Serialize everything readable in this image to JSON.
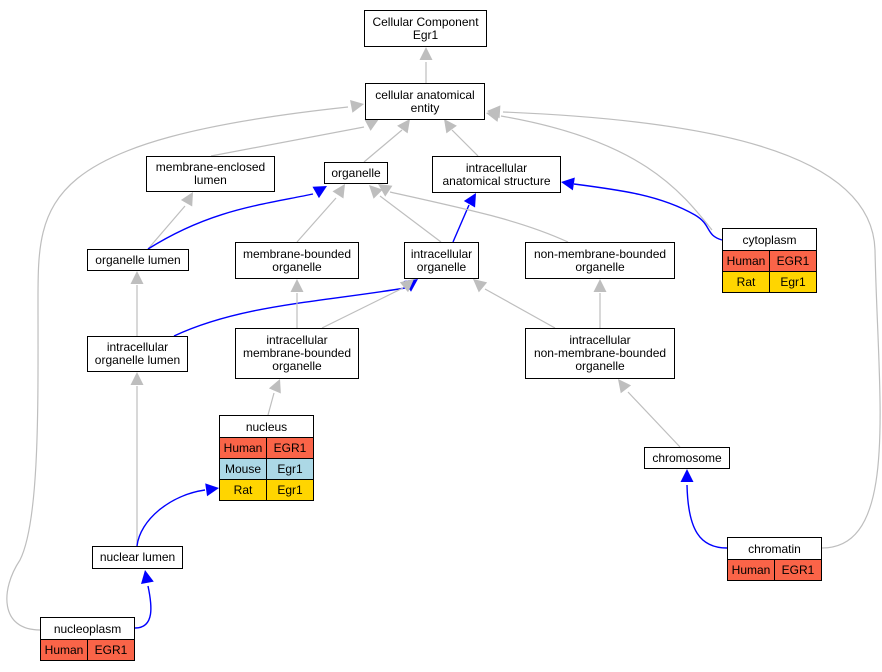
{
  "colors": {
    "Human": "#fa6448",
    "Mouse": "#acd8e6",
    "Rat": "#ffd500",
    "edge_is_a": "#bebebe",
    "edge_part_of": "#0000ff"
  },
  "nodes": {
    "root": {
      "label": "Cellular Component\nEgr1"
    },
    "cae": {
      "label": "cellular anatomical\nentity"
    },
    "mel": {
      "label": "membrane-enclosed\nlumen"
    },
    "organelle": {
      "label": "organelle"
    },
    "ias": {
      "label": "intracellular\nanatomical structure"
    },
    "orglumen": {
      "label": "organelle lumen"
    },
    "mbo": {
      "label": "membrane-bounded\norganelle"
    },
    "io": {
      "label": "intracellular\norganelle"
    },
    "nmbo": {
      "label": "non-membrane-bounded\norganelle"
    },
    "iol": {
      "label": "intracellular\norganelle lumen"
    },
    "imbo": {
      "label": "intracellular\nmembrane-bounded\norganelle"
    },
    "inmbo": {
      "label": "intracellular\nnon-membrane-bounded\norganelle"
    },
    "chromosome": {
      "label": "chromosome"
    },
    "nuclumen": {
      "label": "nuclear lumen"
    }
  },
  "table_nodes": {
    "cytoplasm": {
      "label": "cytoplasm",
      "rows": [
        {
          "species": "Human",
          "gene": "EGR1"
        },
        {
          "species": "Rat",
          "gene": "Egr1"
        }
      ]
    },
    "nucleus": {
      "label": "nucleus",
      "rows": [
        {
          "species": "Human",
          "gene": "EGR1"
        },
        {
          "species": "Mouse",
          "gene": "Egr1"
        },
        {
          "species": "Rat",
          "gene": "Egr1"
        }
      ]
    },
    "chromatin": {
      "label": "chromatin",
      "rows": [
        {
          "species": "Human",
          "gene": "EGR1"
        }
      ]
    },
    "nucleoplasm": {
      "label": "nucleoplasm",
      "rows": [
        {
          "species": "Human",
          "gene": "EGR1"
        }
      ]
    }
  },
  "edges": [
    {
      "from": "cae",
      "to": "root",
      "type": "is_a"
    },
    {
      "from": "mel",
      "to": "cae",
      "type": "is_a"
    },
    {
      "from": "organelle",
      "to": "cae",
      "type": "is_a"
    },
    {
      "from": "ias",
      "to": "cae",
      "type": "is_a"
    },
    {
      "from": "cytoplasm",
      "to": "cae",
      "type": "is_a"
    },
    {
      "from": "nucleoplasm",
      "to": "cae",
      "type": "is_a"
    },
    {
      "from": "chromatin",
      "to": "cae",
      "type": "is_a"
    },
    {
      "from": "orglumen",
      "to": "mel",
      "type": "is_a"
    },
    {
      "from": "orglumen",
      "to": "organelle",
      "type": "part_of"
    },
    {
      "from": "mbo",
      "to": "organelle",
      "type": "is_a"
    },
    {
      "from": "io",
      "to": "organelle",
      "type": "is_a"
    },
    {
      "from": "io",
      "to": "ias",
      "type": "part_of"
    },
    {
      "from": "nmbo",
      "to": "organelle",
      "type": "is_a"
    },
    {
      "from": "cytoplasm",
      "to": "ias",
      "type": "part_of"
    },
    {
      "from": "iol",
      "to": "orglumen",
      "type": "is_a"
    },
    {
      "from": "iol",
      "to": "io",
      "type": "part_of"
    },
    {
      "from": "imbo",
      "to": "mbo",
      "type": "is_a"
    },
    {
      "from": "imbo",
      "to": "io",
      "type": "is_a"
    },
    {
      "from": "inmbo",
      "to": "io",
      "type": "is_a"
    },
    {
      "from": "inmbo",
      "to": "nmbo",
      "type": "is_a"
    },
    {
      "from": "nucleus",
      "to": "imbo",
      "type": "is_a"
    },
    {
      "from": "chromosome",
      "to": "inmbo",
      "type": "is_a"
    },
    {
      "from": "nuclumen",
      "to": "iol",
      "type": "is_a"
    },
    {
      "from": "nuclumen",
      "to": "nucleus",
      "type": "part_of"
    },
    {
      "from": "chromatin",
      "to": "chromosome",
      "type": "part_of"
    },
    {
      "from": "nucleoplasm",
      "to": "nuclumen",
      "type": "part_of"
    }
  ]
}
